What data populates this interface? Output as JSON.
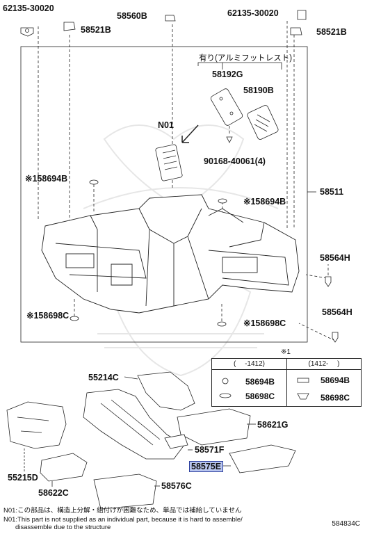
{
  "labels": {
    "p62135_l": "62135-30020",
    "p58560b": "58560B",
    "p62135_r": "62135-30020",
    "p58521b_l": "58521B",
    "p58521b_r": "58521B",
    "option_note": "有り(アルミフットレスト)",
    "p58192g": "58192G",
    "p58190b": "58190B",
    "n01": "N01",
    "p90168": "90168-40061(4)",
    "p58694b_l": "※158694B",
    "p58694b_r": "※158694B",
    "p58511": "58511",
    "p58564h_1": "58564H",
    "p58564h_2": "58564H",
    "p58698c_l": "※158698C",
    "p58698c_r": "※158698C",
    "p55214c": "55214C",
    "p58621g": "58621G",
    "p58571f": "58571F",
    "p58575e": "58575E",
    "p55215d": "55215D",
    "p58622c": "58622C",
    "p58576c": "58576C"
  },
  "table": {
    "marker": "※1",
    "col1_header": "(　  -1412)",
    "col2_header": "(1412-　  )",
    "rows": [
      {
        "left": "58694B",
        "right": "58694B"
      },
      {
        "left": "58698C",
        "right": "58698C"
      }
    ]
  },
  "notes": {
    "jp": "N01:この部品は、構造上分解・組付けが困難なため、単品では補給していません",
    "en1": "N01:This part is not supplied as an individual part,  because it is hard to assemble/",
    "en2": "disassemble due to the structure"
  },
  "diagram_id": "584834C",
  "highlight_color": "#b9c6ef"
}
